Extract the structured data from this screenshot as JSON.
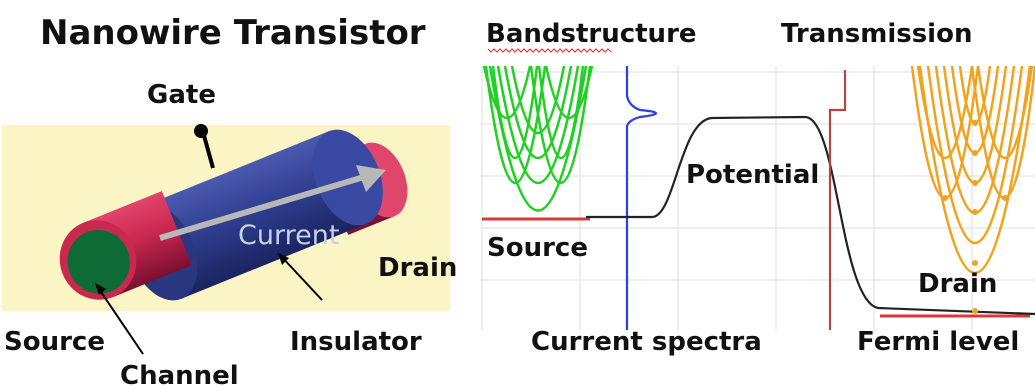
{
  "left_panel": {
    "title": "Nanowire Transistor",
    "labels": {
      "gate": "Gate",
      "current": "Current",
      "drain": "Drain",
      "source": "Source",
      "channel": "Channel",
      "insulator": "Insulator"
    },
    "colors": {
      "background": "#fbf4c4",
      "contact": "#c9284f",
      "insulator": "#2e3c8c",
      "channel": "#0f6b35",
      "current_arrow": "#b8b8b8"
    }
  },
  "right_panel": {
    "headers": {
      "bandstructure": "Bandstructure",
      "transmission": "Transmission"
    },
    "labels": {
      "potential": "Potential",
      "source": "Source",
      "drain": "Drain",
      "current_spectra": "Current spectra",
      "fermi_level": "Fermi level"
    },
    "colors": {
      "source_bands": "#22d022",
      "drain_bands": "#f2a31e",
      "current_spectra": "#2a3ee8",
      "transmission": "#b04848",
      "potential": "#222222",
      "fermi_level": "#d83a3a",
      "grid": "#dedede"
    }
  }
}
